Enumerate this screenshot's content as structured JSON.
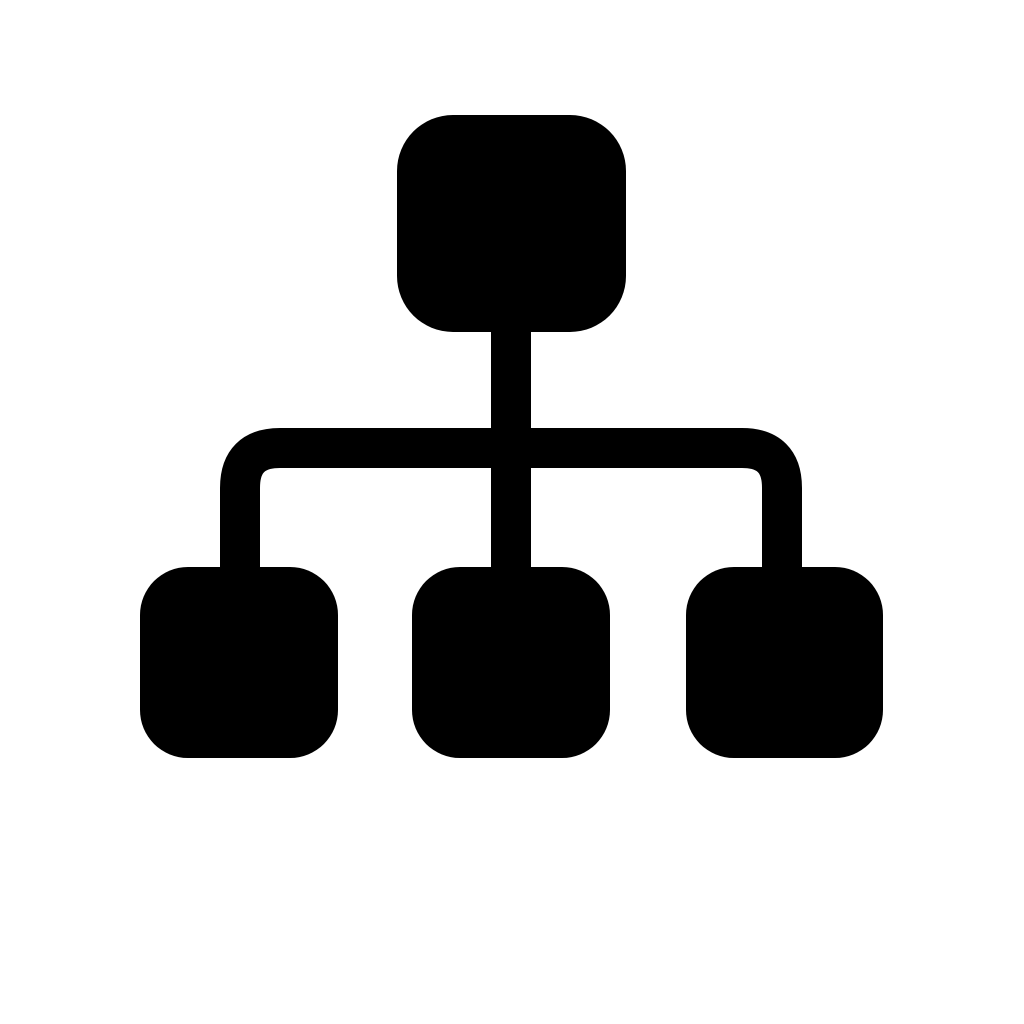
{
  "icon": {
    "name": "hierarchy-icon",
    "fill_color": "#000000",
    "background_color": "#ffffff",
    "nodes": [
      {
        "role": "parent"
      },
      {
        "role": "child"
      },
      {
        "role": "child"
      },
      {
        "role": "child"
      }
    ]
  }
}
